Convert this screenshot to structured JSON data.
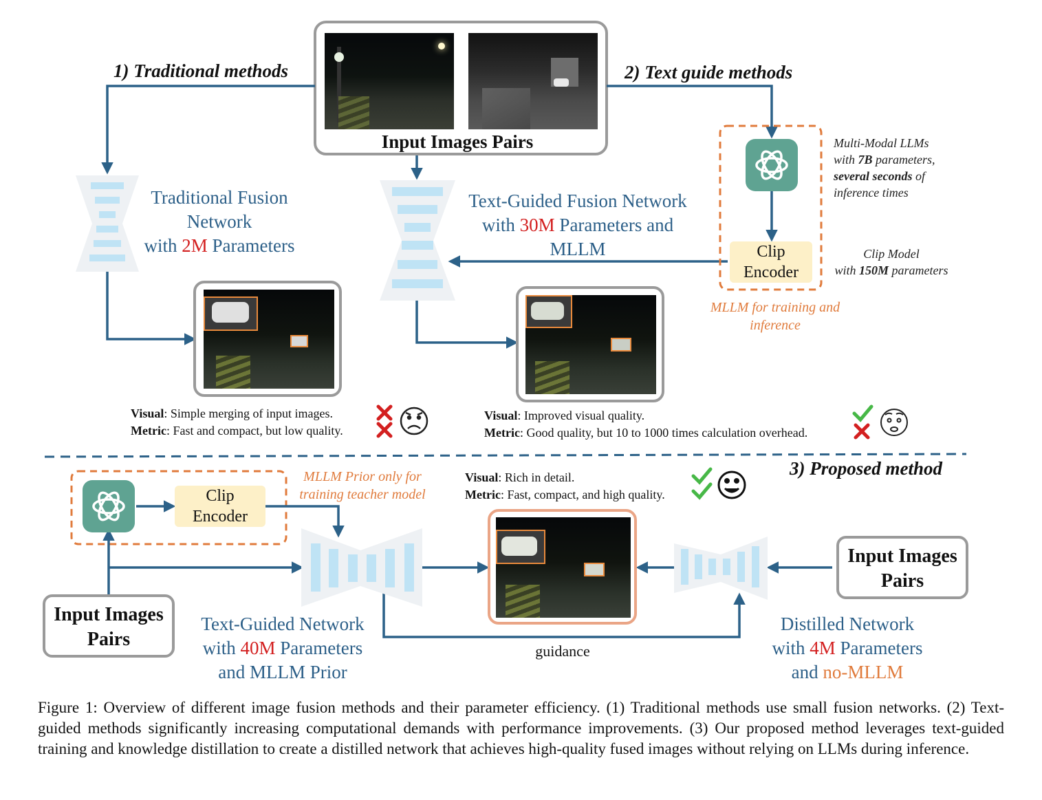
{
  "headings": {
    "traditional": "1) Traditional methods",
    "text_guide": "2) Text guide methods",
    "proposed": "3) Proposed method"
  },
  "input_pairs_top": "Input Images Pairs",
  "input_pairs_left": [
    "Input Images",
    "Pairs"
  ],
  "input_pairs_right": [
    "Input Images",
    "Pairs"
  ],
  "traditional_net": {
    "line1": "Traditional Fusion",
    "line2": "Network",
    "pre": "with ",
    "params": "2M",
    "post": " Parameters"
  },
  "textguided_net": {
    "line1": "Text-Guided Fusion Network",
    "pre": "with ",
    "params": "30M",
    "post": " Parameters and",
    "line3": "MLLM"
  },
  "mllm_note": {
    "line1": "Multi-Modal LLMs",
    "pre2": "with ",
    "bold2": "7B",
    "post2": " parameters,",
    "bold3": "several seconds",
    "post3": " of",
    "line4": "inference times"
  },
  "clip_encoder": [
    "Clip",
    "Encoder"
  ],
  "clip_note": {
    "line1": "Clip Model",
    "pre": "with ",
    "bold": "150M",
    "post": " parameters"
  },
  "mllm_train_note": [
    "MLLM for training and",
    "inference"
  ],
  "trad_result": {
    "visual_key": "Visual",
    "visual_text": ": Simple merging of input images.",
    "metric_key": "Metric",
    "metric_text": ": Fast and compact, but low quality."
  },
  "text_result": {
    "visual_key": "Visual",
    "visual_text": ": Improved visual quality.",
    "metric_key": "Metric",
    "metric_text": ": Good quality, but 10 to 1000 times calculation overhead."
  },
  "proposed_result": {
    "visual_key": "Visual",
    "visual_text": ": Rich in detail.",
    "metric_key": "Metric",
    "metric_text": ": Fast, compact, and high quality."
  },
  "mllm_prior_note": [
    "MLLM Prior only for",
    "training teacher model"
  ],
  "teacher_net": {
    "line1": "Text-Guided Network",
    "pre": "with ",
    "params": "40M",
    "post": " Parameters",
    "line3": "and MLLM Prior"
  },
  "distilled_net": {
    "line1": "Distilled Network",
    "pre": "with ",
    "params": "4M",
    "post": " Parameters",
    "pre3": "and ",
    "orange3": "no-MLLM"
  },
  "guidance": "guidance",
  "caption": "Figure 1: Overview of different image fusion methods and their parameter efficiency. (1) Traditional methods use small fusion networks. (2) Text-guided methods significantly increasing computational demands with performance improvements. (3) Our proposed method leverages text-guided training and knowledge distillation to create a distilled network that achieves high-quality fused images without relying on LLMs during inference.",
  "colors": {
    "arrow": "#2c6188",
    "accent_red": "#d32020",
    "accent_orange": "#e07b3c",
    "net_blue": "#bfe3f5",
    "net_gray": "#eef1f4"
  }
}
